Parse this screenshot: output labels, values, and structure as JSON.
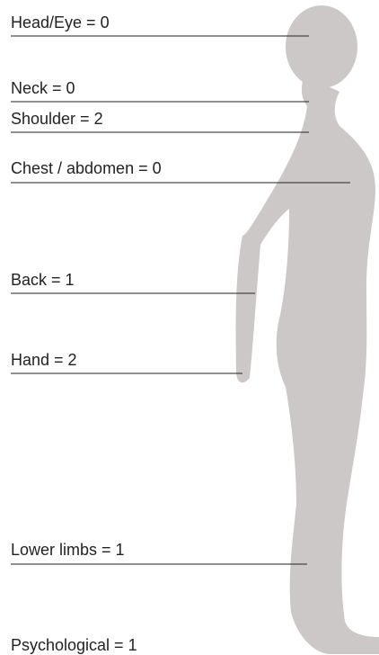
{
  "labels": {
    "head_eye": "Head/Eye = 0",
    "neck": "Neck = 0",
    "shoulder": "Shoulder = 2",
    "chest_abdomen": "Chest / abdomen = 0",
    "back": "Back = 1",
    "hand": "Hand = 2",
    "lower_limbs": "Lower limbs = 1",
    "psychological": "Psychological = 1"
  },
  "colors": {
    "silhouette": "#cdc8c8",
    "line": "#222222",
    "text": "#222222"
  }
}
